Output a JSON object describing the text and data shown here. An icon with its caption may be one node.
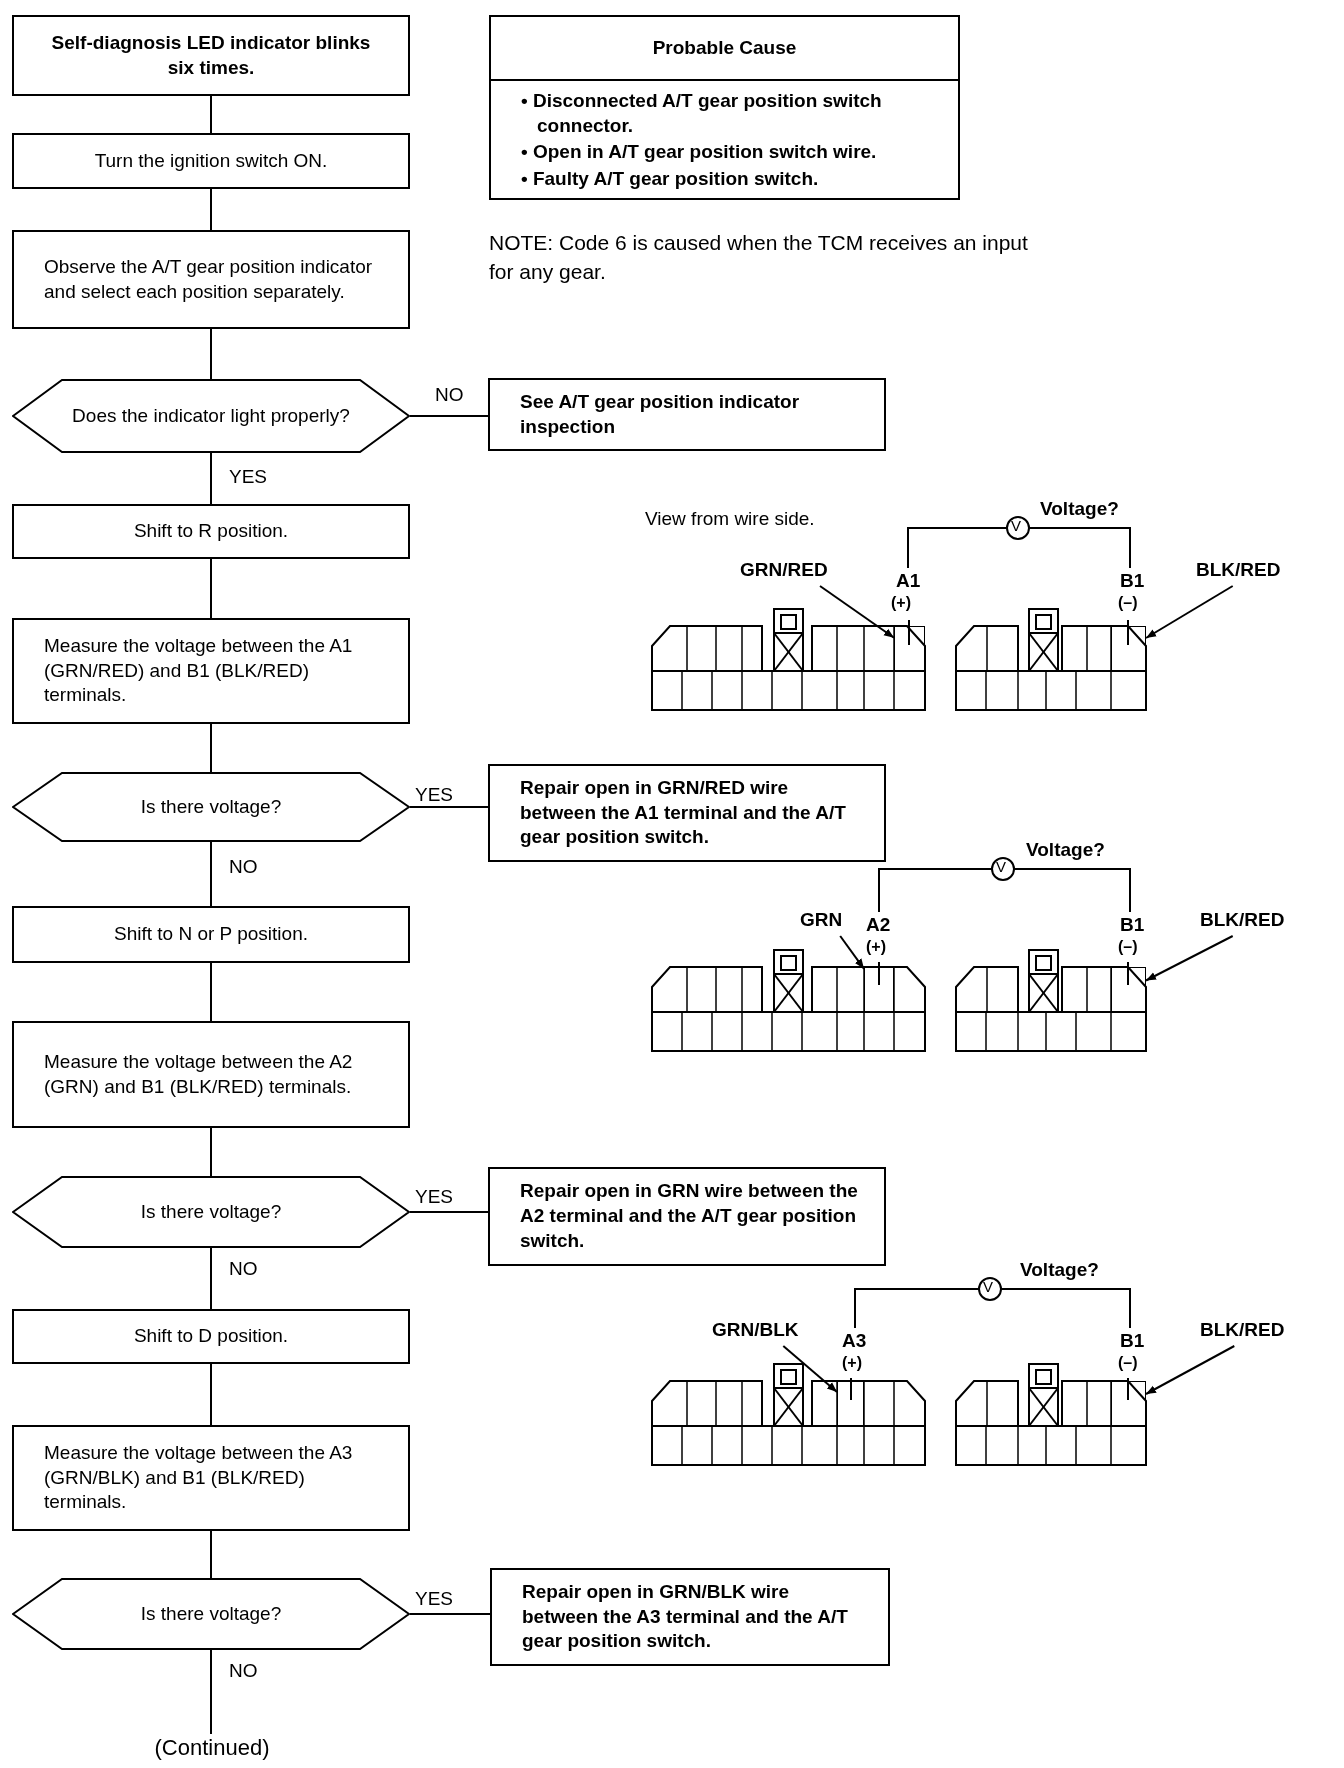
{
  "diagram": {
    "nodes": [
      {
        "text": [
          "Self-diagnosis LED indicator blinks six times."
        ]
      },
      {
        "text": [
          "Turn the ignition switch ON."
        ]
      },
      {
        "text": [
          "Observe the A/T gear position indicator and select each position separately."
        ]
      },
      {
        "text": [
          "Does the indicator light properly?"
        ]
      },
      {
        "text": [
          "See A/T gear position indicator inspection"
        ]
      },
      {
        "text": [
          "Shift to R position."
        ]
      },
      {
        "text": [
          "Measure the voltage between the A1 (GRN/RED) and B1 (BLK/RED) terminals."
        ]
      },
      {
        "text": [
          "Is there voltage?"
        ]
      },
      {
        "text": [
          "Repair open in GRN/RED wire between the A1 terminal and the A/T gear position switch."
        ]
      },
      {
        "text": [
          "Shift to N or P position."
        ]
      },
      {
        "text": [
          "Measure the voltage between the A2 (GRN) and B1 (BLK/RED) terminals."
        ]
      },
      {
        "text": [
          "Is there voltage?"
        ]
      },
      {
        "text": [
          "Repair open in GRN wire between the A2 terminal and the A/T gear position switch."
        ]
      },
      {
        "text": [
          "Shift to D position."
        ]
      },
      {
        "text": [
          "Measure the voltage between the A3 (GRN/BLK) and B1 (BLK/RED) terminals."
        ]
      },
      {
        "text": [
          "Is there voltage?"
        ]
      },
      {
        "text": [
          "Repair open in GRN/BLK wire between the A3 terminal and the A/T gear position switch."
        ]
      },
      {
        "text": [
          "(Continued)"
        ]
      },
      {
        "text": [
          "Probable Cause",
          "• Disconnected A/T gear position switch connector.",
          "• Open in A/T gear position switch wire.",
          "• Faulty A/T gear position switch."
        ]
      },
      {
        "text": [
          "GRN/RED"
        ]
      },
      {
        "text": [],
        "shape": "box"
      },
      {
        "text": [
          "BLK/RED"
        ]
      },
      {
        "text": [],
        "shape": "box"
      },
      {
        "text": [
          "GRN"
        ]
      },
      {
        "text": [],
        "shape": "box"
      },
      {
        "text": [
          "BLK/RED"
        ]
      },
      {
        "text": [],
        "shape": "box"
      },
      {
        "text": [
          "GRN/BLK"
        ]
      },
      {
        "text": [],
        "shape": "box"
      },
      {
        "text": [
          "BLK/RED"
        ]
      },
      {
        "text": [],
        "shape": "box"
      }
    ],
    "edges": [
      {
        "from": 0,
        "to": 1,
        "arrow": "none"
      },
      {
        "from": 1,
        "to": 2,
        "arrow": "none"
      },
      {
        "from": 2,
        "to": 3,
        "arrow": "none"
      },
      {
        "from": 3,
        "to": 4,
        "arrow": "none",
        "label": "NO"
      },
      {
        "from": 3,
        "to": 5,
        "arrow": "none",
        "label": "YES"
      },
      {
        "from": 5,
        "to": 6,
        "arrow": "none"
      },
      {
        "from": 6,
        "to": 7,
        "arrow": "none"
      },
      {
        "from": 7,
        "to": 8,
        "arrow": "none",
        "label": "YES"
      },
      {
        "from": 7,
        "to": 9,
        "arrow": "none",
        "label": "NO"
      },
      {
        "from": 9,
        "to": 10,
        "arrow": "none"
      },
      {
        "from": 10,
        "to": 11,
        "arrow": "none"
      },
      {
        "from": 11,
        "to": 12,
        "arrow": "none",
        "label": "YES"
      },
      {
        "from": 11,
        "to": 13,
        "arrow": "none",
        "label": "NO"
      },
      {
        "from": 13,
        "to": 14,
        "arrow": "none"
      },
      {
        "from": 14,
        "to": 15,
        "arrow": "none"
      },
      {
        "from": 15,
        "to": 16,
        "arrow": "none",
        "label": "YES"
      },
      {
        "from": 15,
        "to": 17,
        "arrow": "none",
        "label": "NO"
      },
      {
        "from": 19,
        "to": 20,
        "arrow": "to"
      },
      {
        "from": 21,
        "to": 22,
        "arrow": "to"
      },
      {
        "from": 23,
        "to": 24,
        "arrow": "to"
      },
      {
        "from": 25,
        "to": 26,
        "arrow": "to"
      },
      {
        "from": 27,
        "to": 28,
        "arrow": "to"
      },
      {
        "from": 29,
        "to": 30,
        "arrow": "to"
      }
    ],
    "labels": [
      "NOTE: Code 6 is caused when the TCM receives an input for any gear.",
      "View from wire side.",
      "Voltage?",
      "V",
      "A1",
      "(+)",
      "B1",
      "(–)",
      "Voltage?",
      "V",
      "A2",
      "(+)",
      "B1",
      "(–)",
      "Voltage?",
      "V",
      "A3",
      "(+)",
      "B1",
      "(–)"
    ]
  }
}
